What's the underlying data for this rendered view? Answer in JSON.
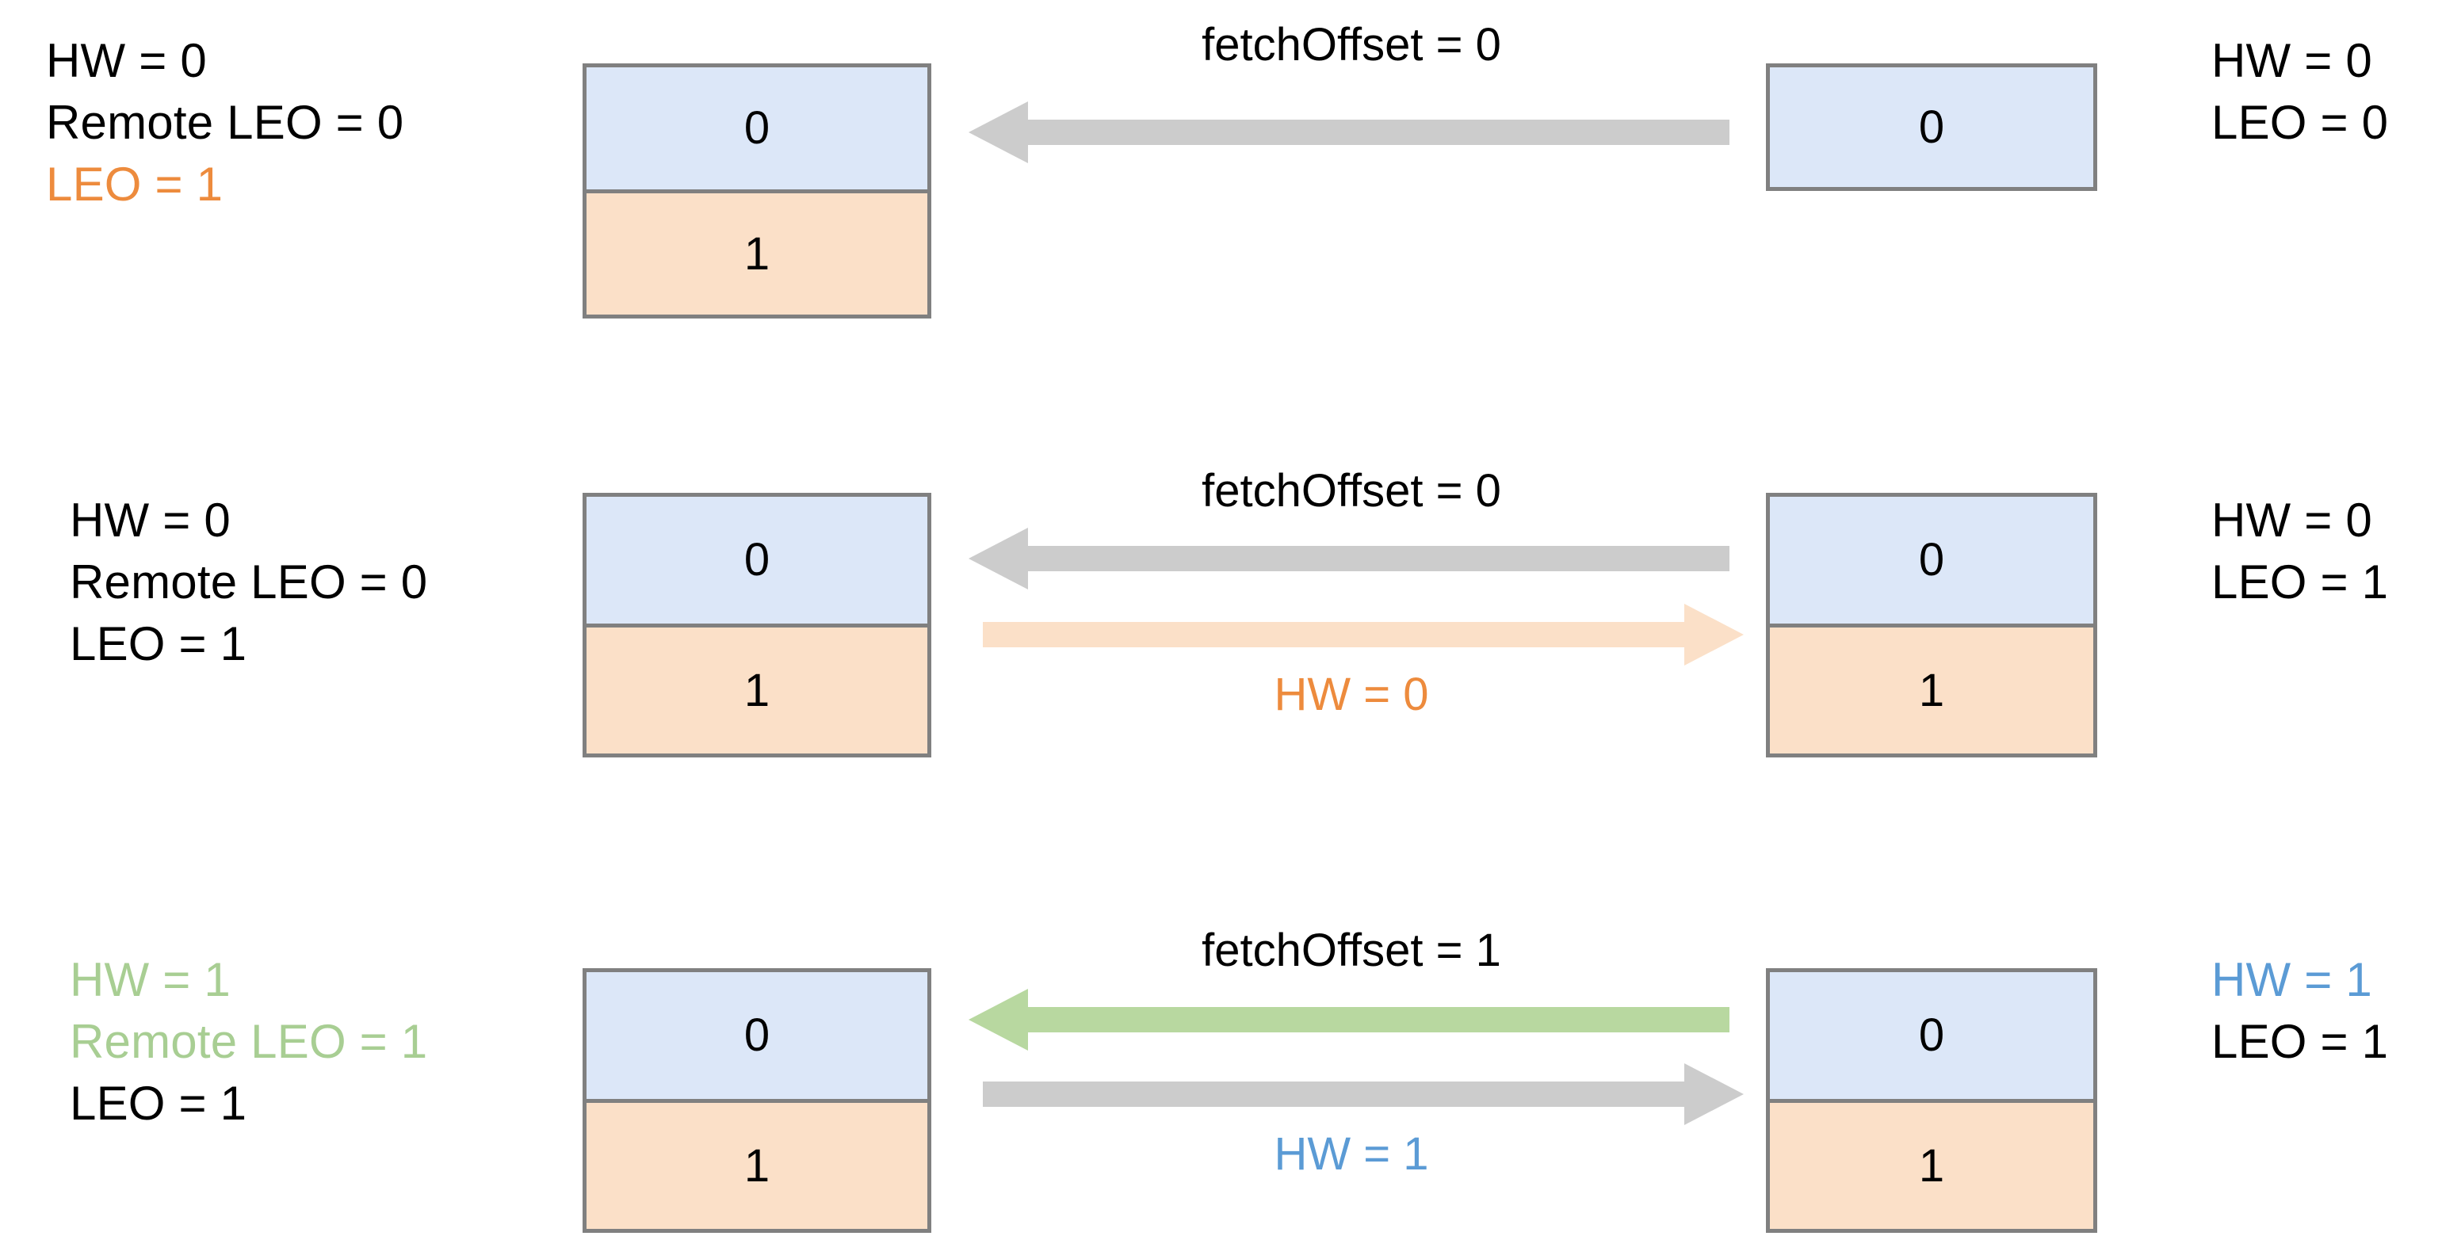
{
  "meta": {
    "diagram_title": "Kafka follower fetch HW/LEO propagation",
    "palette": {
      "cell_blue": "#DCE7F8",
      "cell_orange": "#FBE0C8",
      "border_gray": "#808080",
      "arrow_gray": "#CCCCCC",
      "arrow_orange": "#FBE0C8",
      "arrow_green": "#B8D8A0",
      "text_orange": "#ED8B3D",
      "text_green": "#A8CE93",
      "text_blue": "#5B9BD5",
      "text_black": "#000000",
      "background": "#FFFFFF"
    }
  },
  "rows": [
    {
      "id": "row-1",
      "left_labels": [
        {
          "text": "HW = 0",
          "color": "black"
        },
        {
          "text": "Remote LEO = 0",
          "color": "black"
        },
        {
          "text": "LEO = 1",
          "color": "orange"
        }
      ],
      "left_box": {
        "cells": [
          {
            "value": "0",
            "fill": "blue"
          },
          {
            "value": "1",
            "fill": "orange"
          }
        ]
      },
      "arrows": [
        {
          "id": "row-1-fetch-arrow",
          "direction": "left",
          "color": "gray",
          "caption": "fetchOffset = 0",
          "caption_color": "black",
          "caption_position": "above"
        }
      ],
      "right_box": {
        "cells": [
          {
            "value": "0",
            "fill": "blue"
          }
        ]
      },
      "right_labels": [
        {
          "text": "HW = 0",
          "color": "black"
        },
        {
          "text": "LEO = 0",
          "color": "black"
        }
      ]
    },
    {
      "id": "row-2",
      "left_labels": [
        {
          "text": "HW = 0",
          "color": "black"
        },
        {
          "text": "Remote LEO = 0",
          "color": "black"
        },
        {
          "text": "LEO = 1",
          "color": "black"
        }
      ],
      "left_box": {
        "cells": [
          {
            "value": "0",
            "fill": "blue"
          },
          {
            "value": "1",
            "fill": "orange"
          }
        ]
      },
      "arrows": [
        {
          "id": "row-2-fetch-arrow",
          "direction": "left",
          "color": "gray",
          "caption": "fetchOffset = 0",
          "caption_color": "black",
          "caption_position": "above"
        },
        {
          "id": "row-2-hw-arrow",
          "direction": "right",
          "color": "orange",
          "caption": "HW = 0",
          "caption_color": "orange",
          "caption_position": "below"
        }
      ],
      "right_box": {
        "cells": [
          {
            "value": "0",
            "fill": "blue"
          },
          {
            "value": "1",
            "fill": "orange"
          }
        ]
      },
      "right_labels": [
        {
          "text": "HW = 0",
          "color": "black"
        },
        {
          "text": "LEO = 1",
          "color": "black"
        }
      ]
    },
    {
      "id": "row-3",
      "left_labels": [
        {
          "text": "HW = 1",
          "color": "green"
        },
        {
          "text": "Remote LEO = 1",
          "color": "green"
        },
        {
          "text": "LEO = 1",
          "color": "black"
        }
      ],
      "left_box": {
        "cells": [
          {
            "value": "0",
            "fill": "blue"
          },
          {
            "value": "1",
            "fill": "orange"
          }
        ]
      },
      "arrows": [
        {
          "id": "row-3-fetch-arrow",
          "direction": "left",
          "color": "green",
          "caption": "fetchOffset = 1",
          "caption_color": "black",
          "caption_position": "above"
        },
        {
          "id": "row-3-hw-arrow",
          "direction": "right",
          "color": "gray",
          "caption": "HW = 1",
          "caption_color": "blue",
          "caption_position": "below"
        }
      ],
      "right_box": {
        "cells": [
          {
            "value": "0",
            "fill": "blue"
          },
          {
            "value": "1",
            "fill": "orange"
          }
        ]
      },
      "right_labels": [
        {
          "text": "HW = 1",
          "color": "blue"
        },
        {
          "text": "LEO = 1",
          "color": "black"
        }
      ]
    }
  ]
}
